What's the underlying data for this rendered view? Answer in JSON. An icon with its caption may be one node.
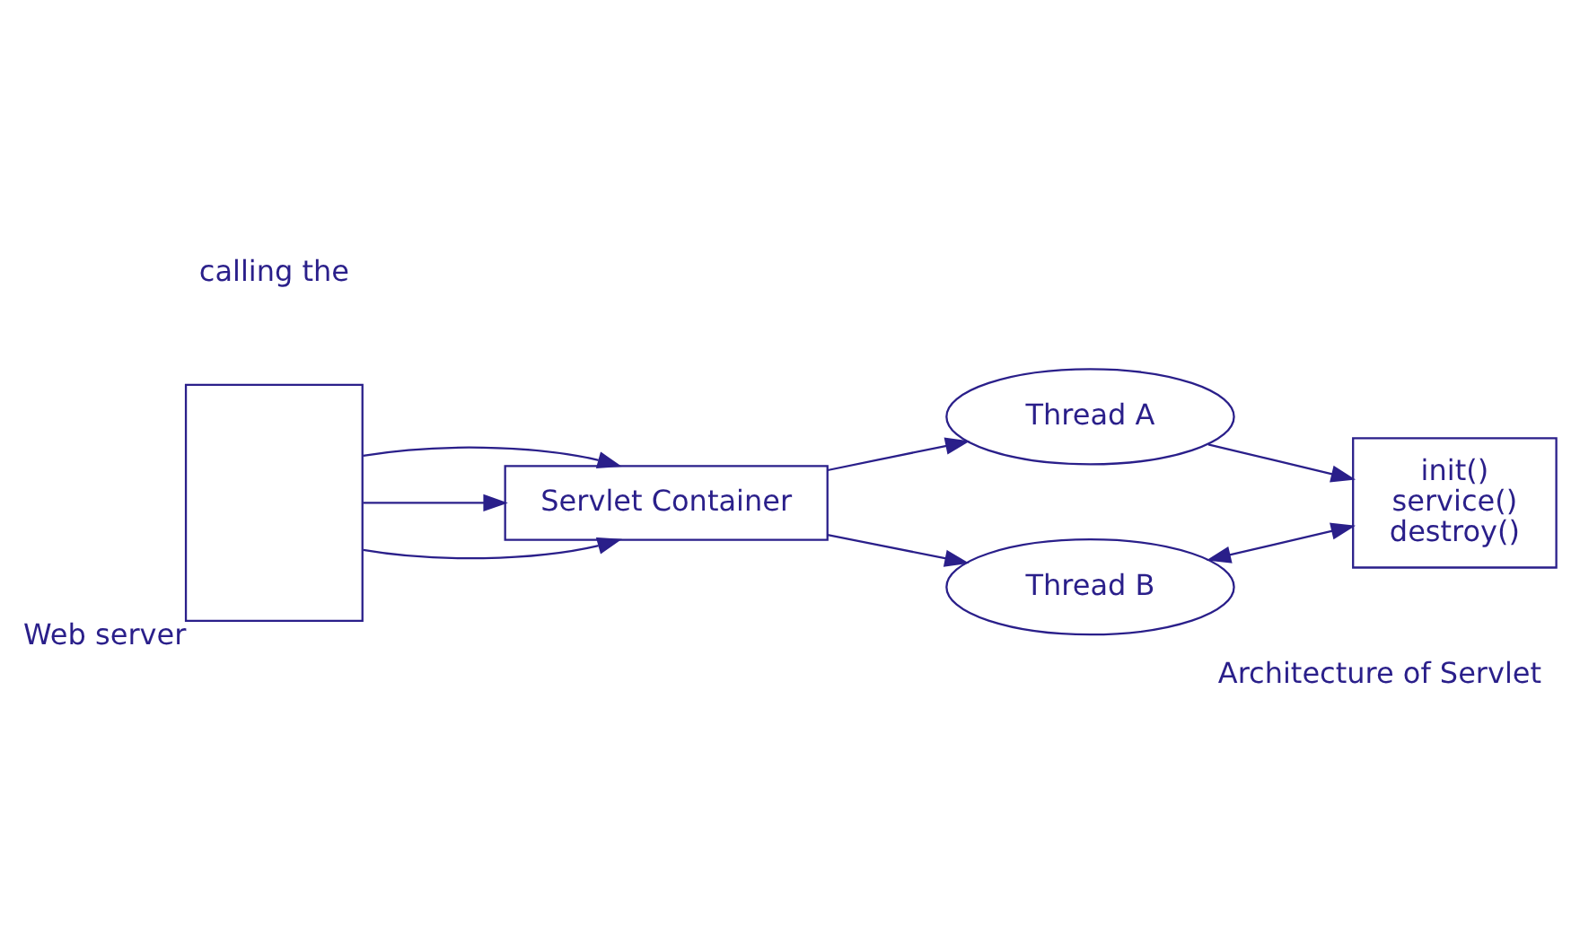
{
  "diagram": {
    "caption": "Architecture of Servlet",
    "nodes": [
      {
        "text": [
          "Servlet Container"
        ]
      },
      {
        "text": [
          "Thread A"
        ]
      },
      {
        "text": [
          "Thread B"
        ]
      },
      {
        "text": [
          "init()",
          "service()",
          "destroy()"
        ]
      },
      {
        "text": [
          "Web server"
        ]
      }
    ],
    "edges": [
      {
        "from": 0,
        "to": 1,
        "arrow": "to"
      },
      {
        "from": 0,
        "to": 2,
        "arrow": "to"
      },
      {
        "from": 1,
        "to": 3,
        "arrow": "to"
      },
      {
        "from": 2,
        "to": 3,
        "arrow": "both"
      },
      {
        "from": 4,
        "to": 0,
        "arrow": "to"
      },
      {
        "from": 4,
        "to": 0,
        "arrow": "to"
      },
      {
        "from": 4,
        "to": 0,
        "arrow": "to"
      }
    ],
    "labels": [
      "calling the"
    ]
  }
}
